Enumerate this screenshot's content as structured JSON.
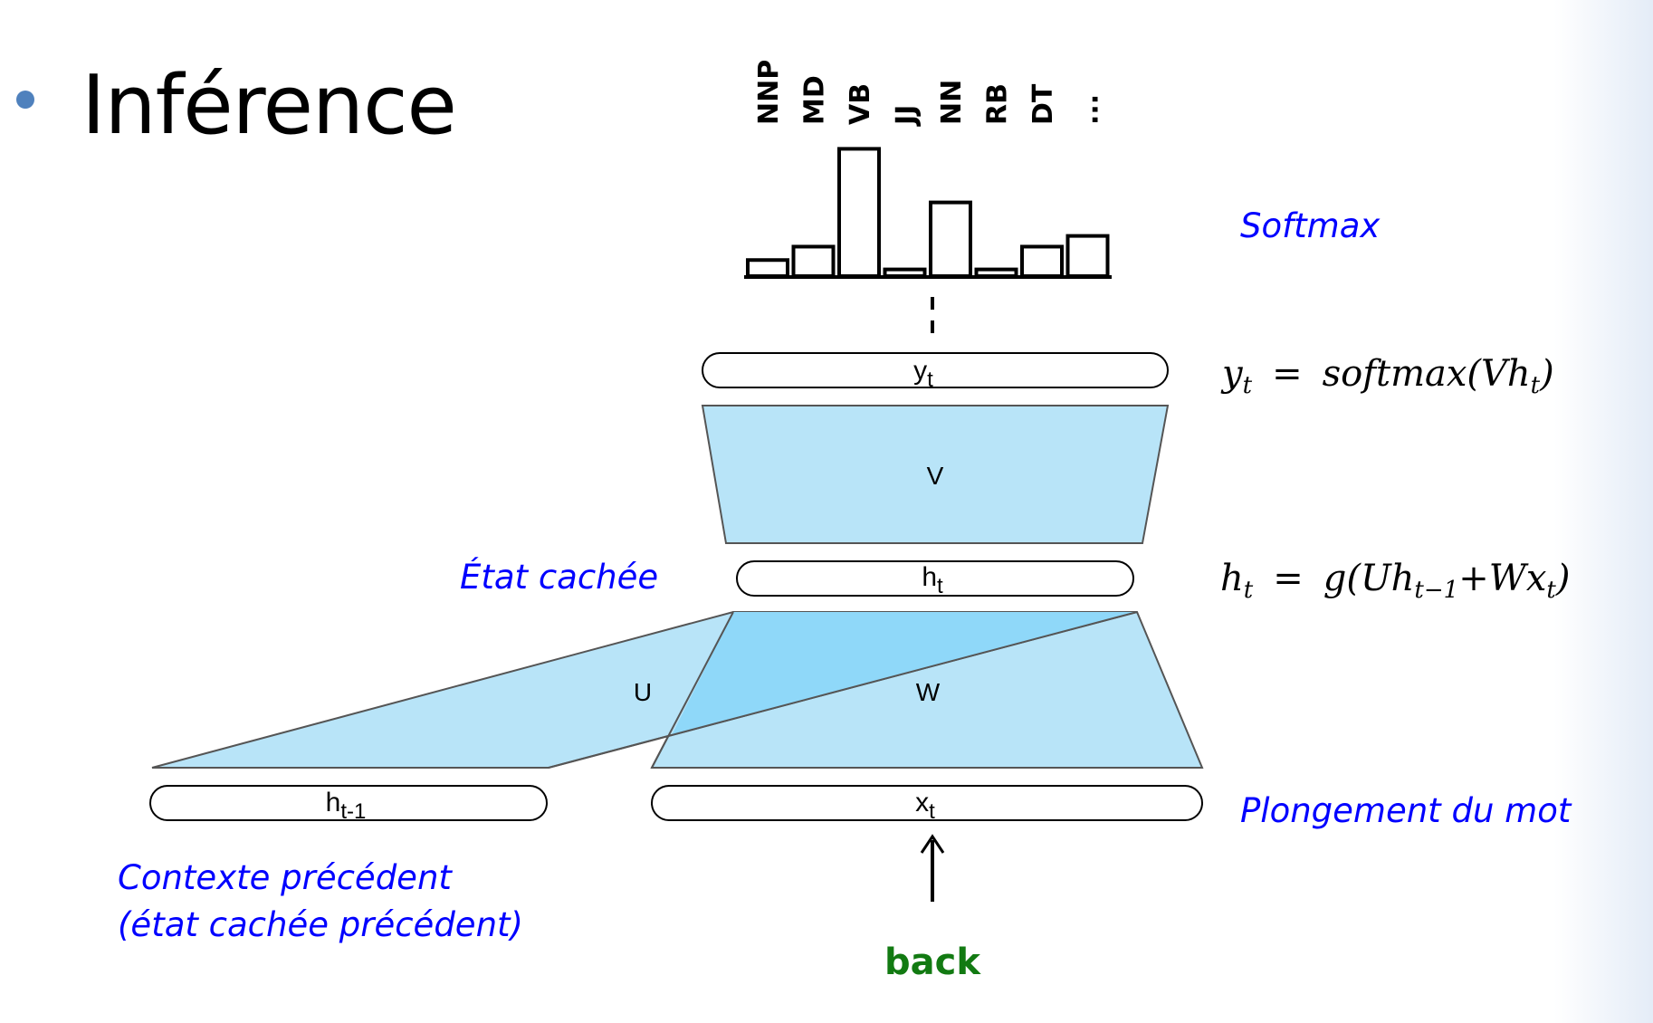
{
  "slide": {
    "bullet_title": "Inférence"
  },
  "output": {
    "tags": [
      "NNP",
      "MD",
      "VB",
      "JJ",
      "NN",
      "RB",
      "DT",
      "..."
    ],
    "softmax_label": "Softmax",
    "y_vector_label": "y",
    "y_vector_sub": "t",
    "y_equation": {
      "lhs": "y",
      "lhs_sub": "t",
      "eq": "=",
      "fn": "softmax",
      "arg": "(Vh",
      "arg_sub": "t",
      "close": ")"
    }
  },
  "matrices": {
    "V": "V",
    "U": "U",
    "W": "W"
  },
  "hidden": {
    "state_label": "État cachée",
    "h_vector_label": "h",
    "h_vector_sub": "t",
    "h_equation": {
      "lhs": "h",
      "lhs_sub": "t",
      "eq": "=",
      "fn": "g(Uh",
      "sub1": "t−1",
      "mid": "+Wx",
      "sub2": "t",
      "close": ")"
    }
  },
  "inputs": {
    "prev_vector_label": "h",
    "prev_vector_sub": "t-1",
    "x_vector_label": "x",
    "x_vector_sub": "t",
    "embedding_label": "Plongement du mot",
    "context_label_line1": "Contexte précédent",
    "context_label_line2": "(état cachée précédent)",
    "input_word": "back"
  },
  "colors": {
    "matrix_fill": "#b8e4f8",
    "matrix_overlap": "#8fd8f9",
    "annotation_blue": "#0000ff",
    "word_green": "#127a12",
    "bullet": "#4f81bd"
  },
  "chart_data": {
    "type": "bar",
    "categories": [
      "NNP",
      "MD",
      "VB",
      "JJ",
      "NN",
      "RB",
      "DT",
      "..."
    ],
    "values": [
      0.12,
      0.22,
      0.95,
      0.05,
      0.55,
      0.05,
      0.22,
      0.3
    ],
    "ylim": [
      0,
      1
    ]
  }
}
